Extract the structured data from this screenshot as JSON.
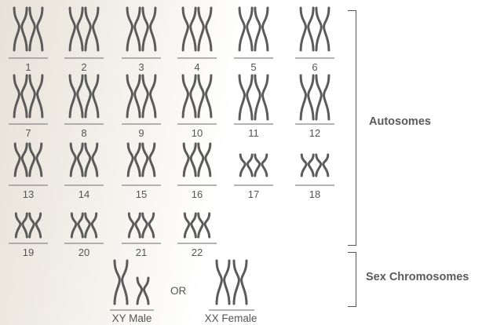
{
  "autosomes": [
    {
      "number": "1"
    },
    {
      "number": "2"
    },
    {
      "number": "3"
    },
    {
      "number": "4"
    },
    {
      "number": "5"
    },
    {
      "number": "6"
    },
    {
      "number": "7"
    },
    {
      "number": "8"
    },
    {
      "number": "9"
    },
    {
      "number": "10"
    },
    {
      "number": "11"
    },
    {
      "number": "12"
    },
    {
      "number": "13"
    },
    {
      "number": "14"
    },
    {
      "number": "15"
    },
    {
      "number": "16"
    },
    {
      "number": "17"
    },
    {
      "number": "18"
    },
    {
      "number": "19"
    },
    {
      "number": "20"
    },
    {
      "number": "21"
    },
    {
      "number": "22"
    }
  ],
  "sex_chromosomes": {
    "male_label": "XY Male",
    "or_label": "OR",
    "female_label": "XX Female"
  },
  "groups": {
    "autosomes_label": "Autosomes",
    "sex_label": "Sex Chromosomes"
  },
  "colors": {
    "chromosome": "#5b5b5b",
    "text": "#555555",
    "background_tint": "#e7e2d8"
  }
}
